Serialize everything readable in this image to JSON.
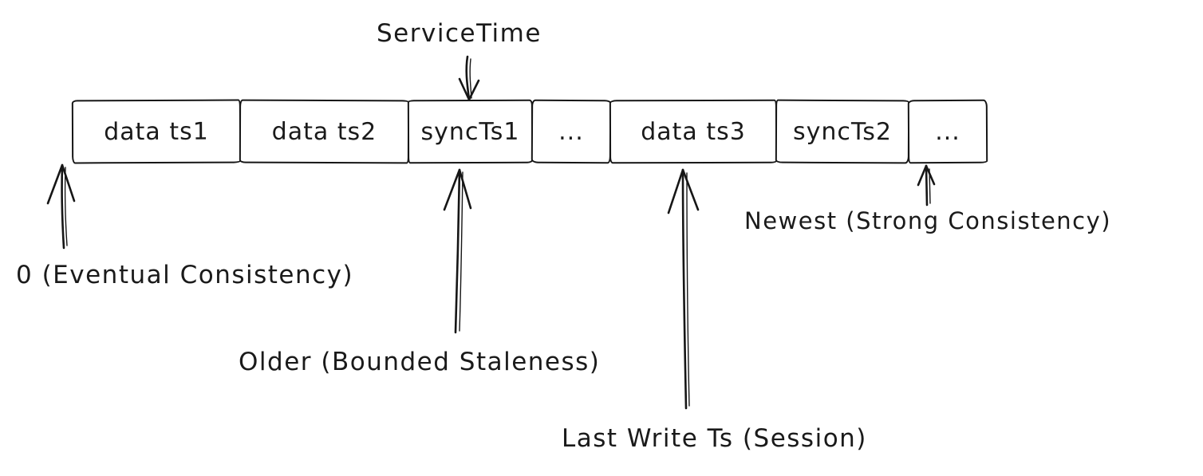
{
  "canvas": {
    "background_color": "#ffffff",
    "ink_color": "#161616",
    "style": "hand-drawn sketch diagram"
  },
  "timeline_bar": {
    "description": "horizontal sequence of log segments ordered from oldest (left) to newest (right)",
    "cells": [
      {
        "label": "data ts1"
      },
      {
        "label": "data ts2"
      },
      {
        "label": "syncTs1"
      },
      {
        "label": "..."
      },
      {
        "label": "data ts3"
      },
      {
        "label": "syncTs2"
      },
      {
        "label": "..."
      }
    ]
  },
  "annotations": {
    "service_time": {
      "text": "ServiceTime",
      "points_to": "syncTs1",
      "arrow_direction": "down"
    },
    "eventual": {
      "text": "0 (Eventual Consistency)",
      "points_to": "start of bar",
      "arrow_direction": "up"
    },
    "bounded_staleness": {
      "text": "Older (Bounded Staleness)",
      "points_to": "syncTs1",
      "arrow_direction": "up"
    },
    "session": {
      "text": "Last Write Ts (Session)",
      "points_to": "data ts3",
      "arrow_direction": "up"
    },
    "strong": {
      "text": "Newest (Strong Consistency)",
      "points_to": "last cell (newest)",
      "arrow_direction": "up"
    }
  }
}
